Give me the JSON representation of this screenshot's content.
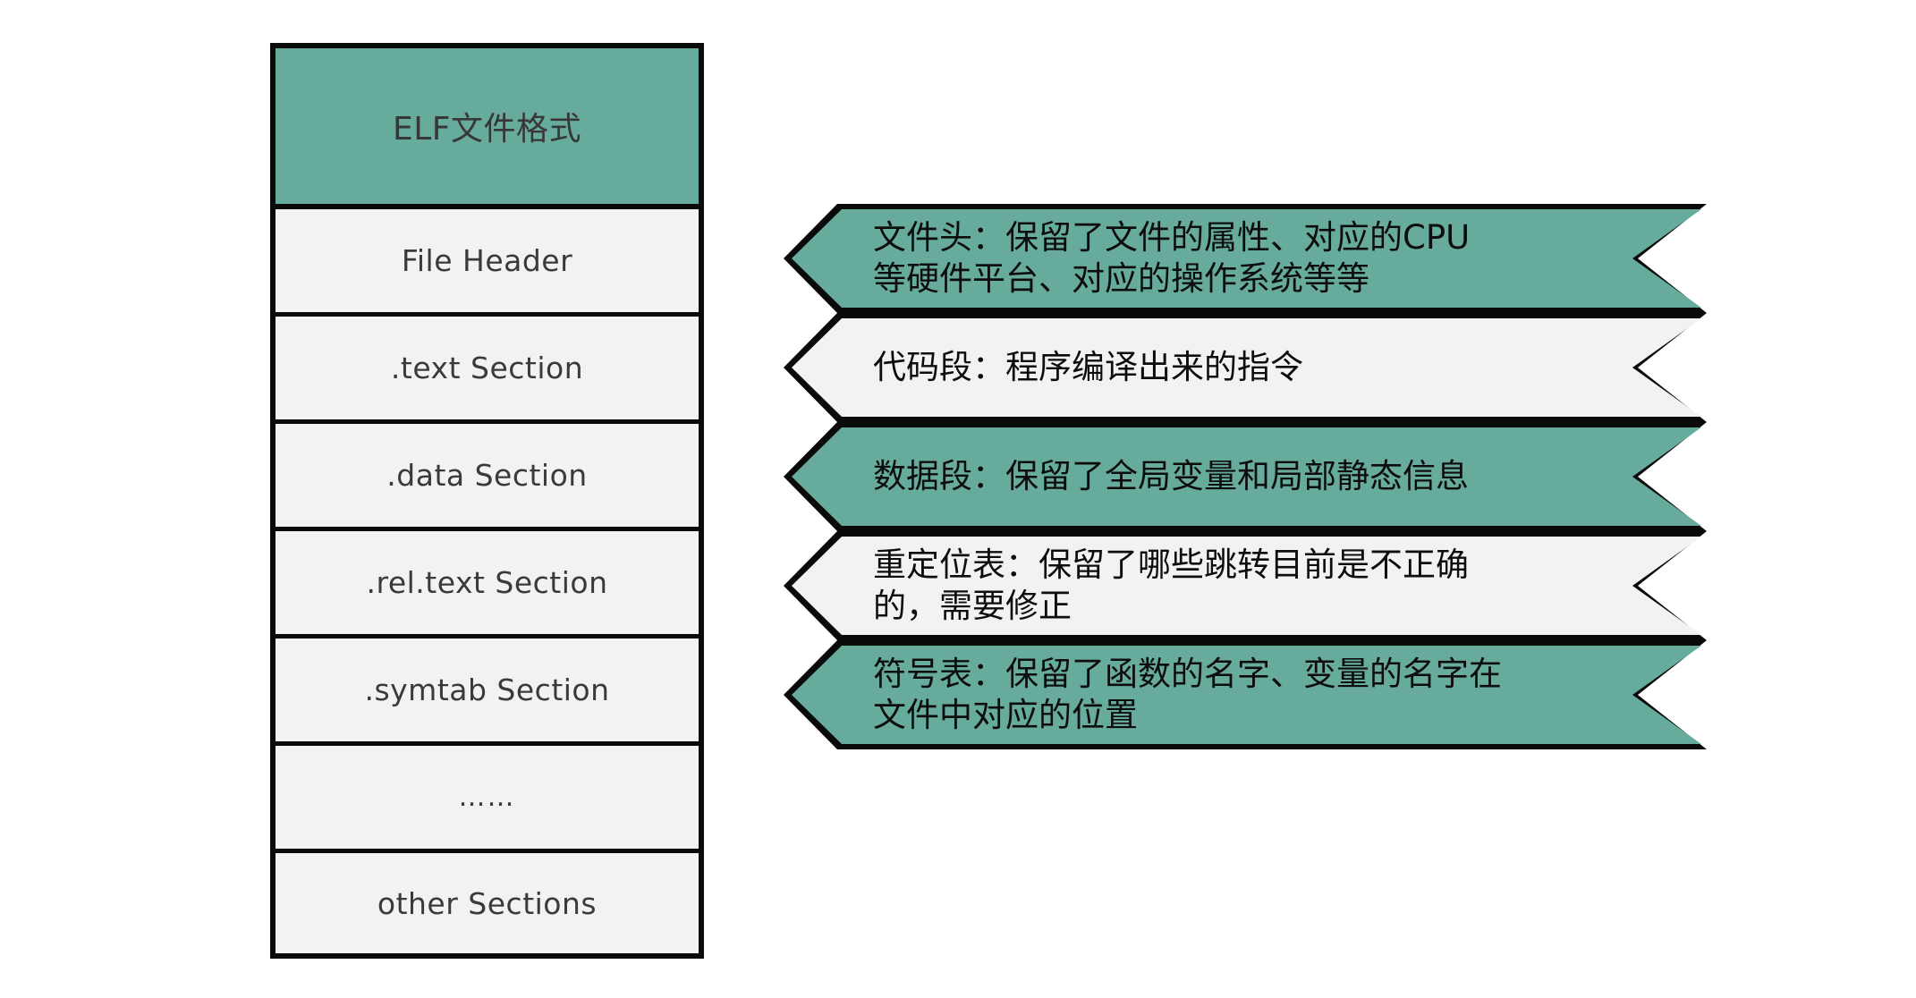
{
  "diagram": {
    "title": "ELF文件格式",
    "colors": {
      "teal": "#66ab9c",
      "light": "#f2f2f2",
      "stroke": "#0a0a0a",
      "text": "#3a3a3a"
    },
    "table": {
      "header": "ELF文件格式",
      "rows": [
        {
          "label": "File Header",
          "fill": "light"
        },
        {
          "label": ".text Section",
          "fill": "light"
        },
        {
          "label": ".data Section",
          "fill": "light"
        },
        {
          "label": ".rel.text Section",
          "fill": "light"
        },
        {
          "label": ".symtab Section",
          "fill": "light"
        },
        {
          "label": "……",
          "fill": "light"
        },
        {
          "label": "other Sections",
          "fill": "light"
        }
      ]
    },
    "banners": [
      {
        "fill": "teal",
        "line1": "文件头：保留了文件的属性、对应的CPU",
        "line2": "等硬件平台、对应的操作系统等等"
      },
      {
        "fill": "light",
        "line1": "代码段：程序编译出来的指令",
        "line2": ""
      },
      {
        "fill": "teal",
        "line1": "数据段：保留了全局变量和局部静态信息",
        "line2": ""
      },
      {
        "fill": "light",
        "line1": "重定位表：保留了哪些跳转目前是不正确",
        "line2": "的，需要修正"
      },
      {
        "fill": "teal",
        "line1": "符号表：保留了函数的名字、变量的名字在",
        "line2": "文件中对应的位置"
      }
    ]
  }
}
